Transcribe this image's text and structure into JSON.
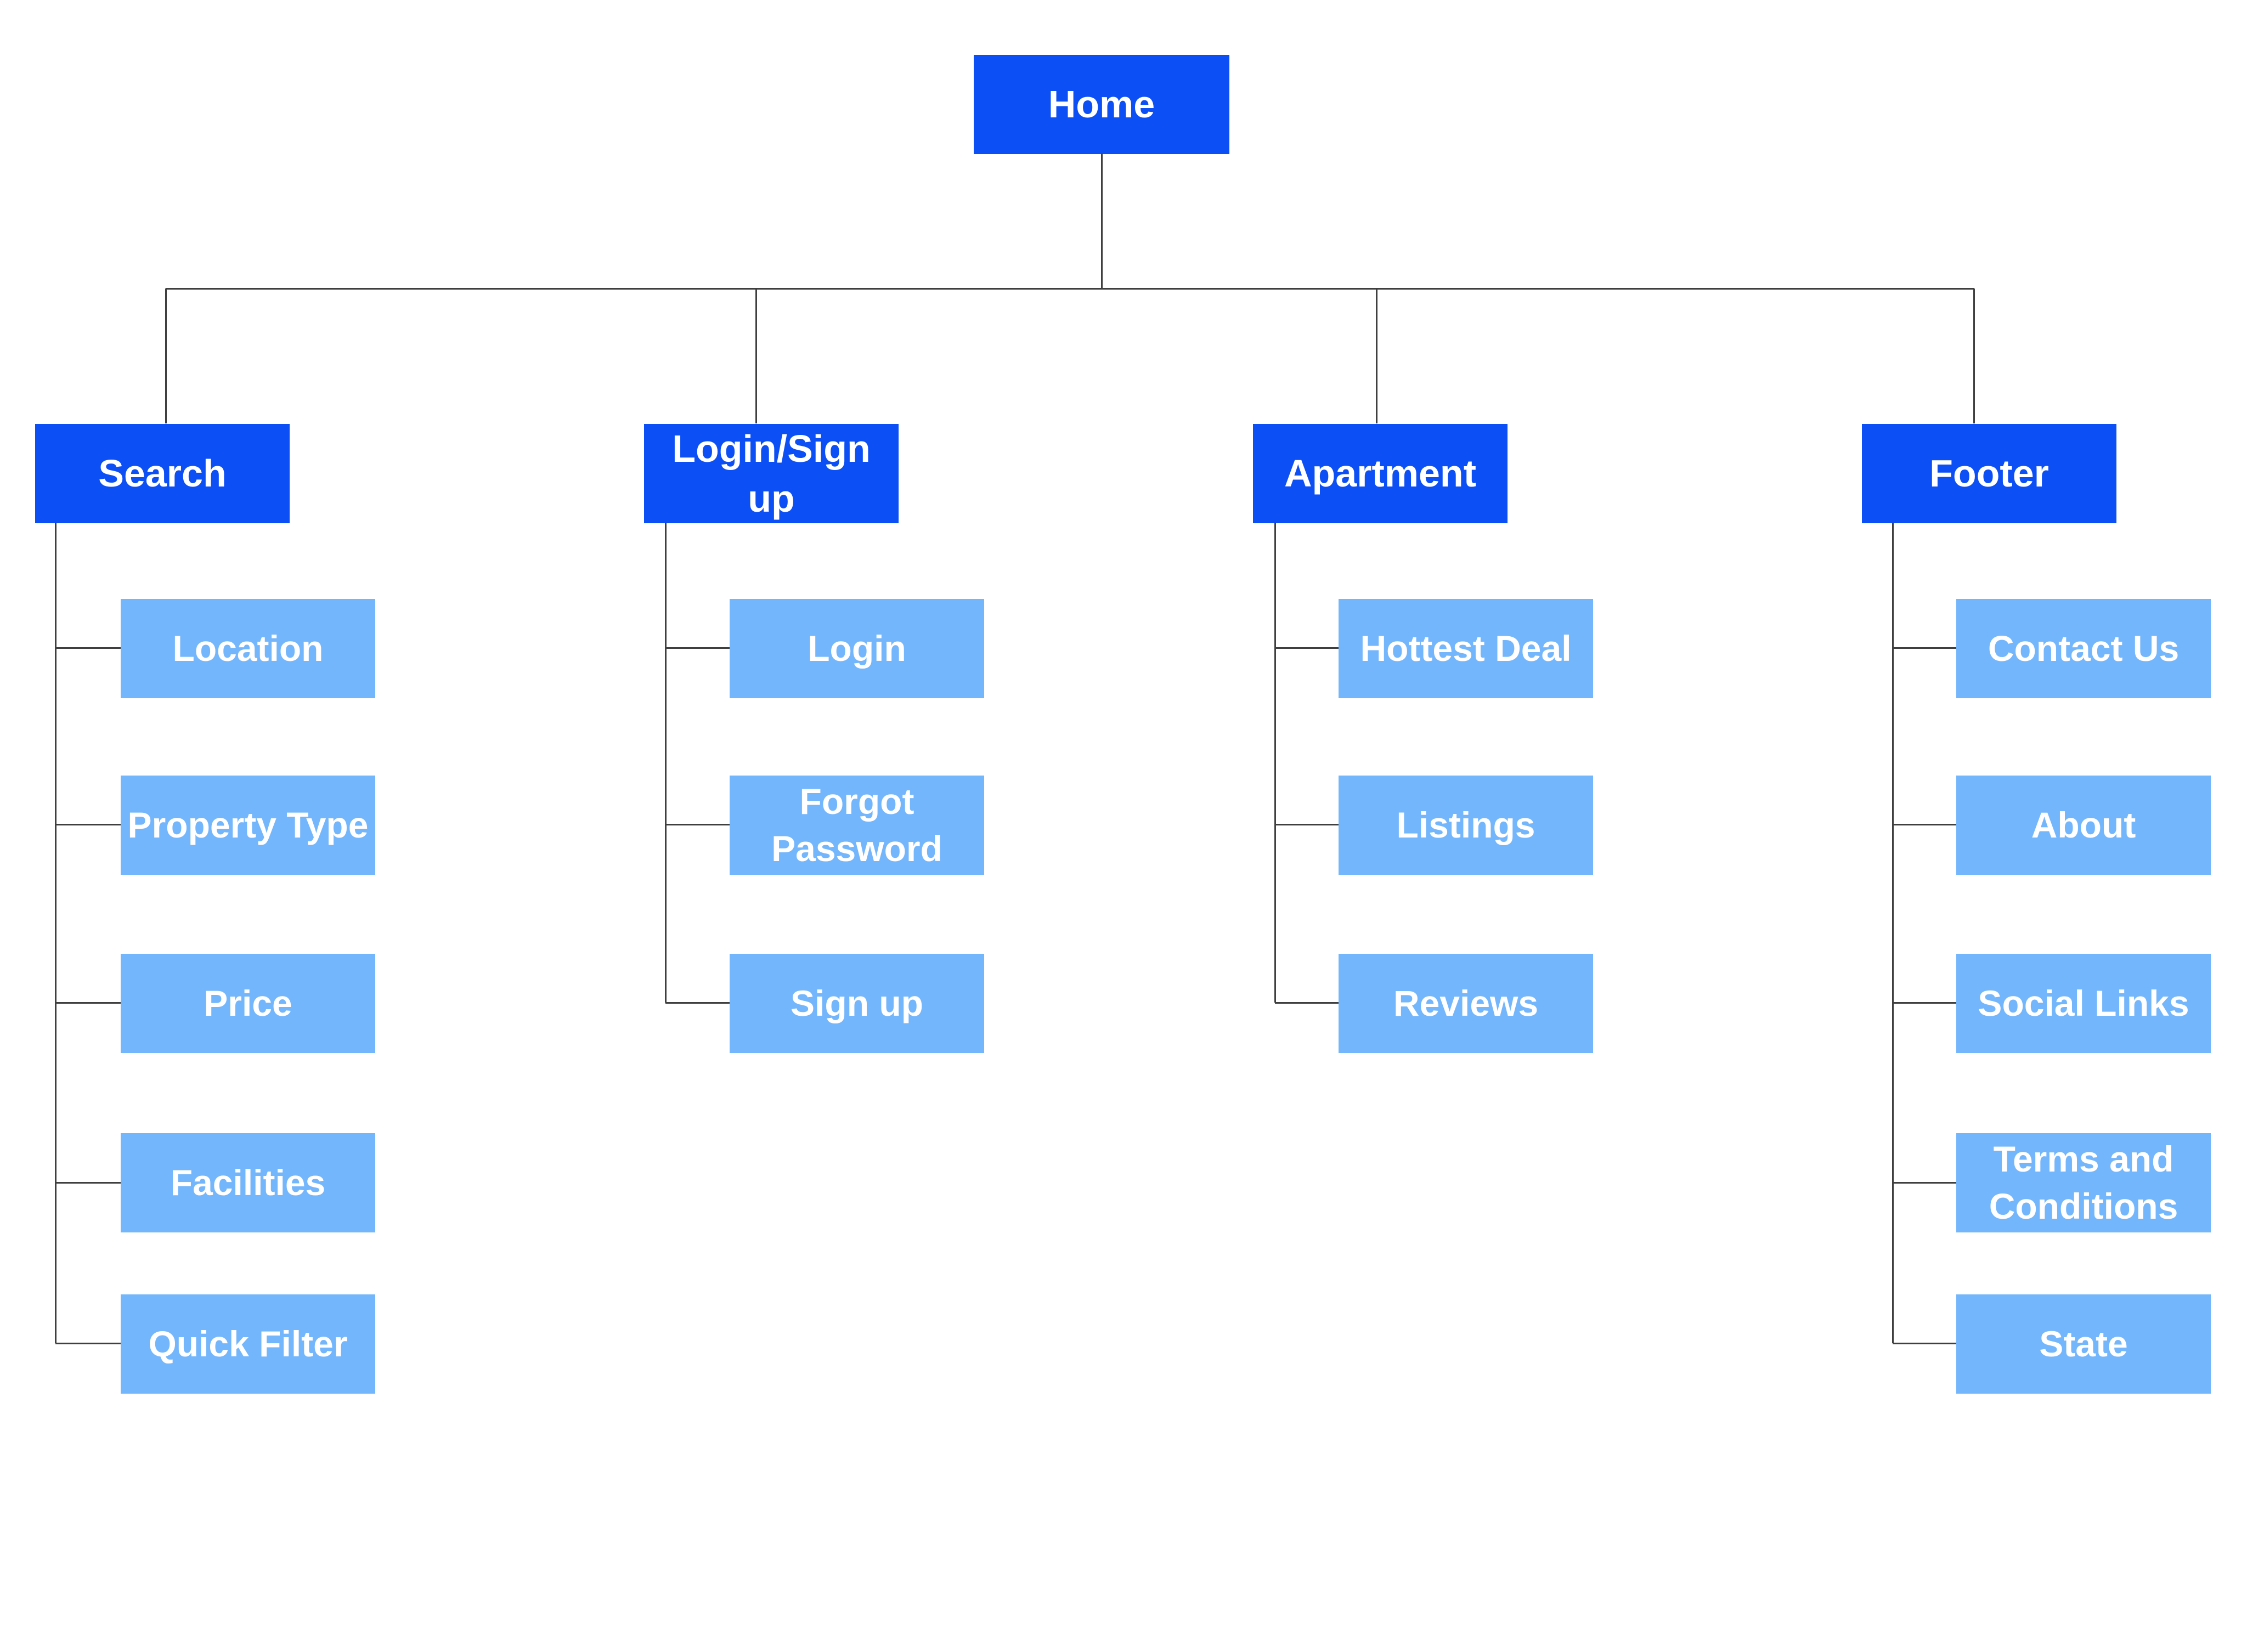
{
  "colors": {
    "primary_node": "#0b4ff5",
    "secondary_node": "#74b6fb",
    "connector": "#3f3f3f",
    "text": "#ffffff"
  },
  "root": {
    "label": "Home"
  },
  "sections": [
    {
      "id": "search",
      "label": "Search",
      "children": [
        "Location",
        "Property Type",
        "Price",
        "Facilities",
        "Quick Filter"
      ]
    },
    {
      "id": "login-sign-up",
      "label": "Login/Sign up",
      "children": [
        "Login",
        "Forgot Password",
        "Sign up"
      ]
    },
    {
      "id": "apartment",
      "label": "Apartment",
      "children": [
        "Hottest Deal",
        "Listings",
        "Reviews"
      ]
    },
    {
      "id": "footer",
      "label": "Footer",
      "children": [
        "Contact Us",
        "About",
        "Social Links",
        "Terms and Conditions",
        "State"
      ]
    }
  ]
}
